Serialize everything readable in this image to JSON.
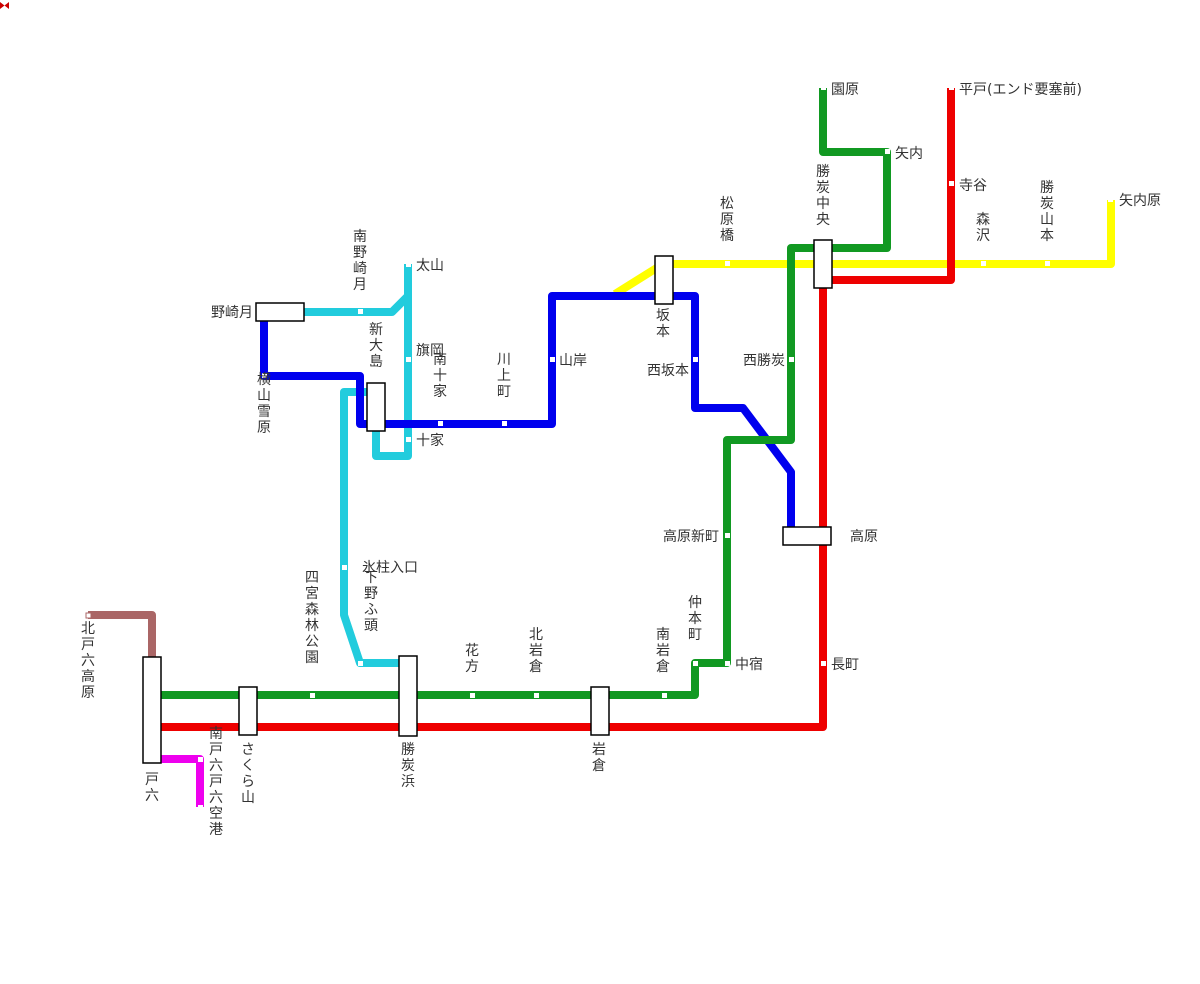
{
  "colors": {
    "red": "#ee0000",
    "green": "#119922",
    "blue": "#0000ee",
    "cyan": "#22ccdd",
    "yellow": "#ffff00",
    "brown": "#aa6666",
    "magenta": "#ee00ee"
  },
  "stations": {
    "hirato": "平戸(エンド要塞前)",
    "teratani": "寺谷",
    "sonohara": "園原",
    "yauchi": "矢内",
    "yauchihara": "矢内原",
    "katsusumi_chuo": "勝炭中央",
    "moriszawa": "森沢",
    "katsusumi_yamamoto": "勝炭山本",
    "matsubarabashi": "松原橋",
    "sakamoto": "坂本",
    "nishi_sakamoto": "西坂本",
    "nishi_katsusumi": "西勝炭",
    "takahara": "高原",
    "takahara_shinmachi": "高原新町",
    "nagamachi": "長町",
    "nakajuku": "中宿",
    "nakamotomachi": "仲本町",
    "minami_iwakura": "南岩倉",
    "iwakura": "岩倉",
    "kita_iwakura": "北岩倉",
    "hanakata": "花方",
    "katsusumi_hama": "勝炭浜",
    "shimono_futo": "下野ふ頭",
    "shinomiya_shinrin_koen": "四宮森林公園",
    "sakurayama": "さくら山",
    "toroku": "戸六",
    "kita_toroku_takahara": "北戸六高原",
    "minami_toroku": "南戸六",
    "toroku_kuko": "戸六空港",
    "hikawa_iriguchi": "氷柱入口",
    "juka": "十家",
    "minami_juka": "南十家",
    "hataoka": "旗岡",
    "tayama": "太山",
    "minami_nozakizuki": "南野崎月",
    "nozakizuki": "野崎月",
    "yokoyama_yukihara": "横山雪原",
    "shin_oshima": "新大島",
    "kawakami_machi": "川上町",
    "yamagishi": "山岸"
  }
}
